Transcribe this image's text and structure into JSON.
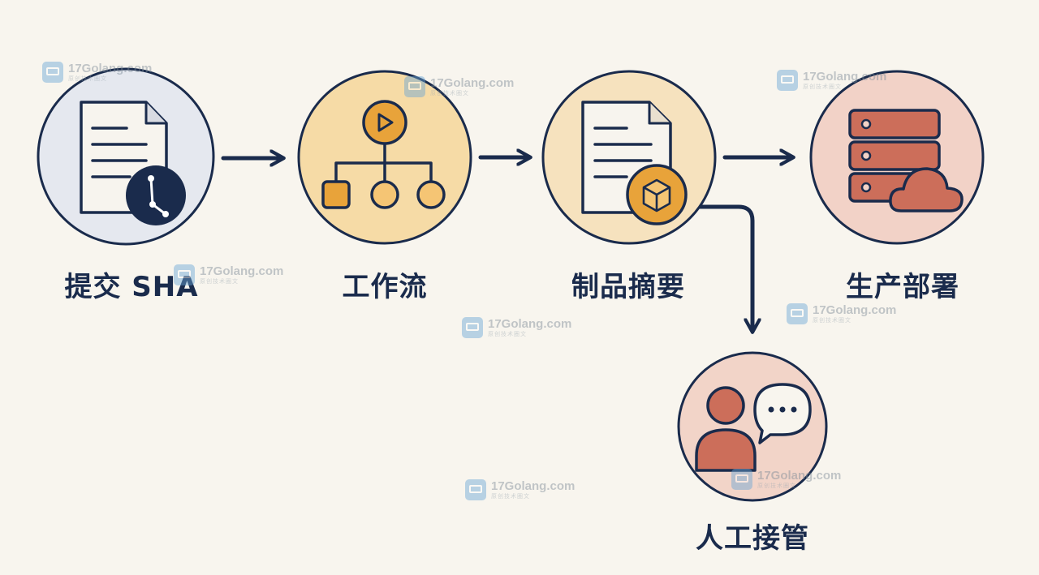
{
  "steps": {
    "commit": {
      "label": "提交 SHA",
      "icon": "document-commit-icon",
      "fill": "#e5e8ef"
    },
    "workflow": {
      "label": "工作流",
      "icon": "workflow-tree-icon",
      "fill": "#f6dba6"
    },
    "artifact": {
      "label": "制品摘要",
      "icon": "document-package-icon",
      "fill": "#f6e2be"
    },
    "deploy": {
      "label": "生产部署",
      "icon": "server-cloud-icon",
      "fill": "#f2d2c7"
    },
    "manual": {
      "label": "人工接管",
      "icon": "person-chat-icon",
      "fill": "#f2d4c8"
    }
  },
  "colors": {
    "outline": "#1a2b4c",
    "accent": "#e8a33a",
    "accent_light": "#f5c574",
    "terracotta": "#cc6e5a",
    "background": "#f8f5ee"
  },
  "watermark": {
    "main": "17Golang.com",
    "sub": "原创技术圈文"
  }
}
